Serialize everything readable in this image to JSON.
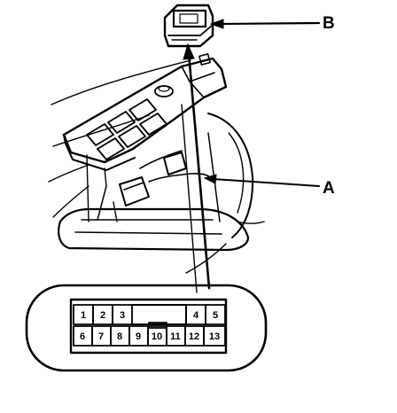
{
  "callouts": {
    "a": "A",
    "b": "B"
  },
  "connector": {
    "top_row": [
      "1",
      "2",
      "3",
      "4",
      "5"
    ],
    "bottom_row": [
      "6",
      "7",
      "8",
      "9",
      "10",
      "11",
      "12",
      "13"
    ]
  }
}
